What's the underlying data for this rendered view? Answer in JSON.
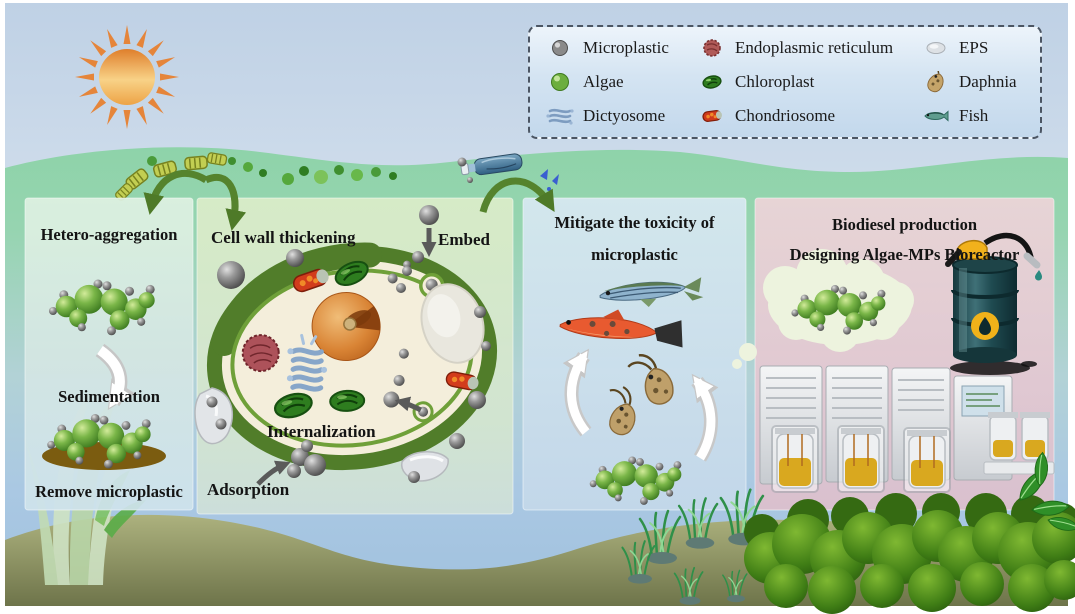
{
  "figure": {
    "description": "Algae and microplastics interaction schematic",
    "colors": {
      "water_green": "#8ed3a9",
      "sky_blue": "#c2d3e6",
      "underwater_blue": "#a3c4e2",
      "seabed_olive": "#8e9465",
      "arrow_green": "#55832d",
      "microplastic_gray": "#6e6e6e",
      "algae_green": "#5a9b32",
      "sediment_brown": "#7b5c10",
      "panel_hetero_bg": "#d8ecdf",
      "panel_cell_bg": "#d9ecca",
      "panel_toxicity_bg": "#cfe2ef",
      "panel_biodiesel_bg": "#e6cbd3",
      "biodiesel_yellow": "#f0b21a"
    }
  },
  "legend": {
    "items": [
      {
        "label": "Microplastic",
        "icon": "microplastic-icon"
      },
      {
        "label": "Endoplasmic reticulum",
        "icon": "endoplasmic-reticulum-icon"
      },
      {
        "label": "EPS",
        "icon": "eps-icon"
      },
      {
        "label": "Algae",
        "icon": "algae-icon"
      },
      {
        "label": "Chloroplast",
        "icon": "chloroplast-icon"
      },
      {
        "label": "Daphnia",
        "icon": "daphnia-icon"
      },
      {
        "label": "Dictyosome",
        "icon": "dictyosome-icon"
      },
      {
        "label": "Chondriosome",
        "icon": "chondriosome-icon"
      },
      {
        "label": "Fish",
        "icon": "fish-icon"
      }
    ]
  },
  "panels": {
    "hetero_aggregation": {
      "title": "Hetero-aggregation",
      "label_sedimentation": "Sedimentation",
      "label_remove": "Remove microplastic"
    },
    "cell_wall": {
      "title": "Cell wall thickening",
      "label_embed": "Embed",
      "label_internalization": "Internalization",
      "label_adsorption": "Adsorption"
    },
    "toxicity": {
      "title_line1": "Mitigate the toxicity of",
      "title_line2": "microplastic"
    },
    "biodiesel": {
      "title_line1": "Biodiesel production",
      "title_line2": "Designing Algae-MPs Bioreactor"
    }
  }
}
